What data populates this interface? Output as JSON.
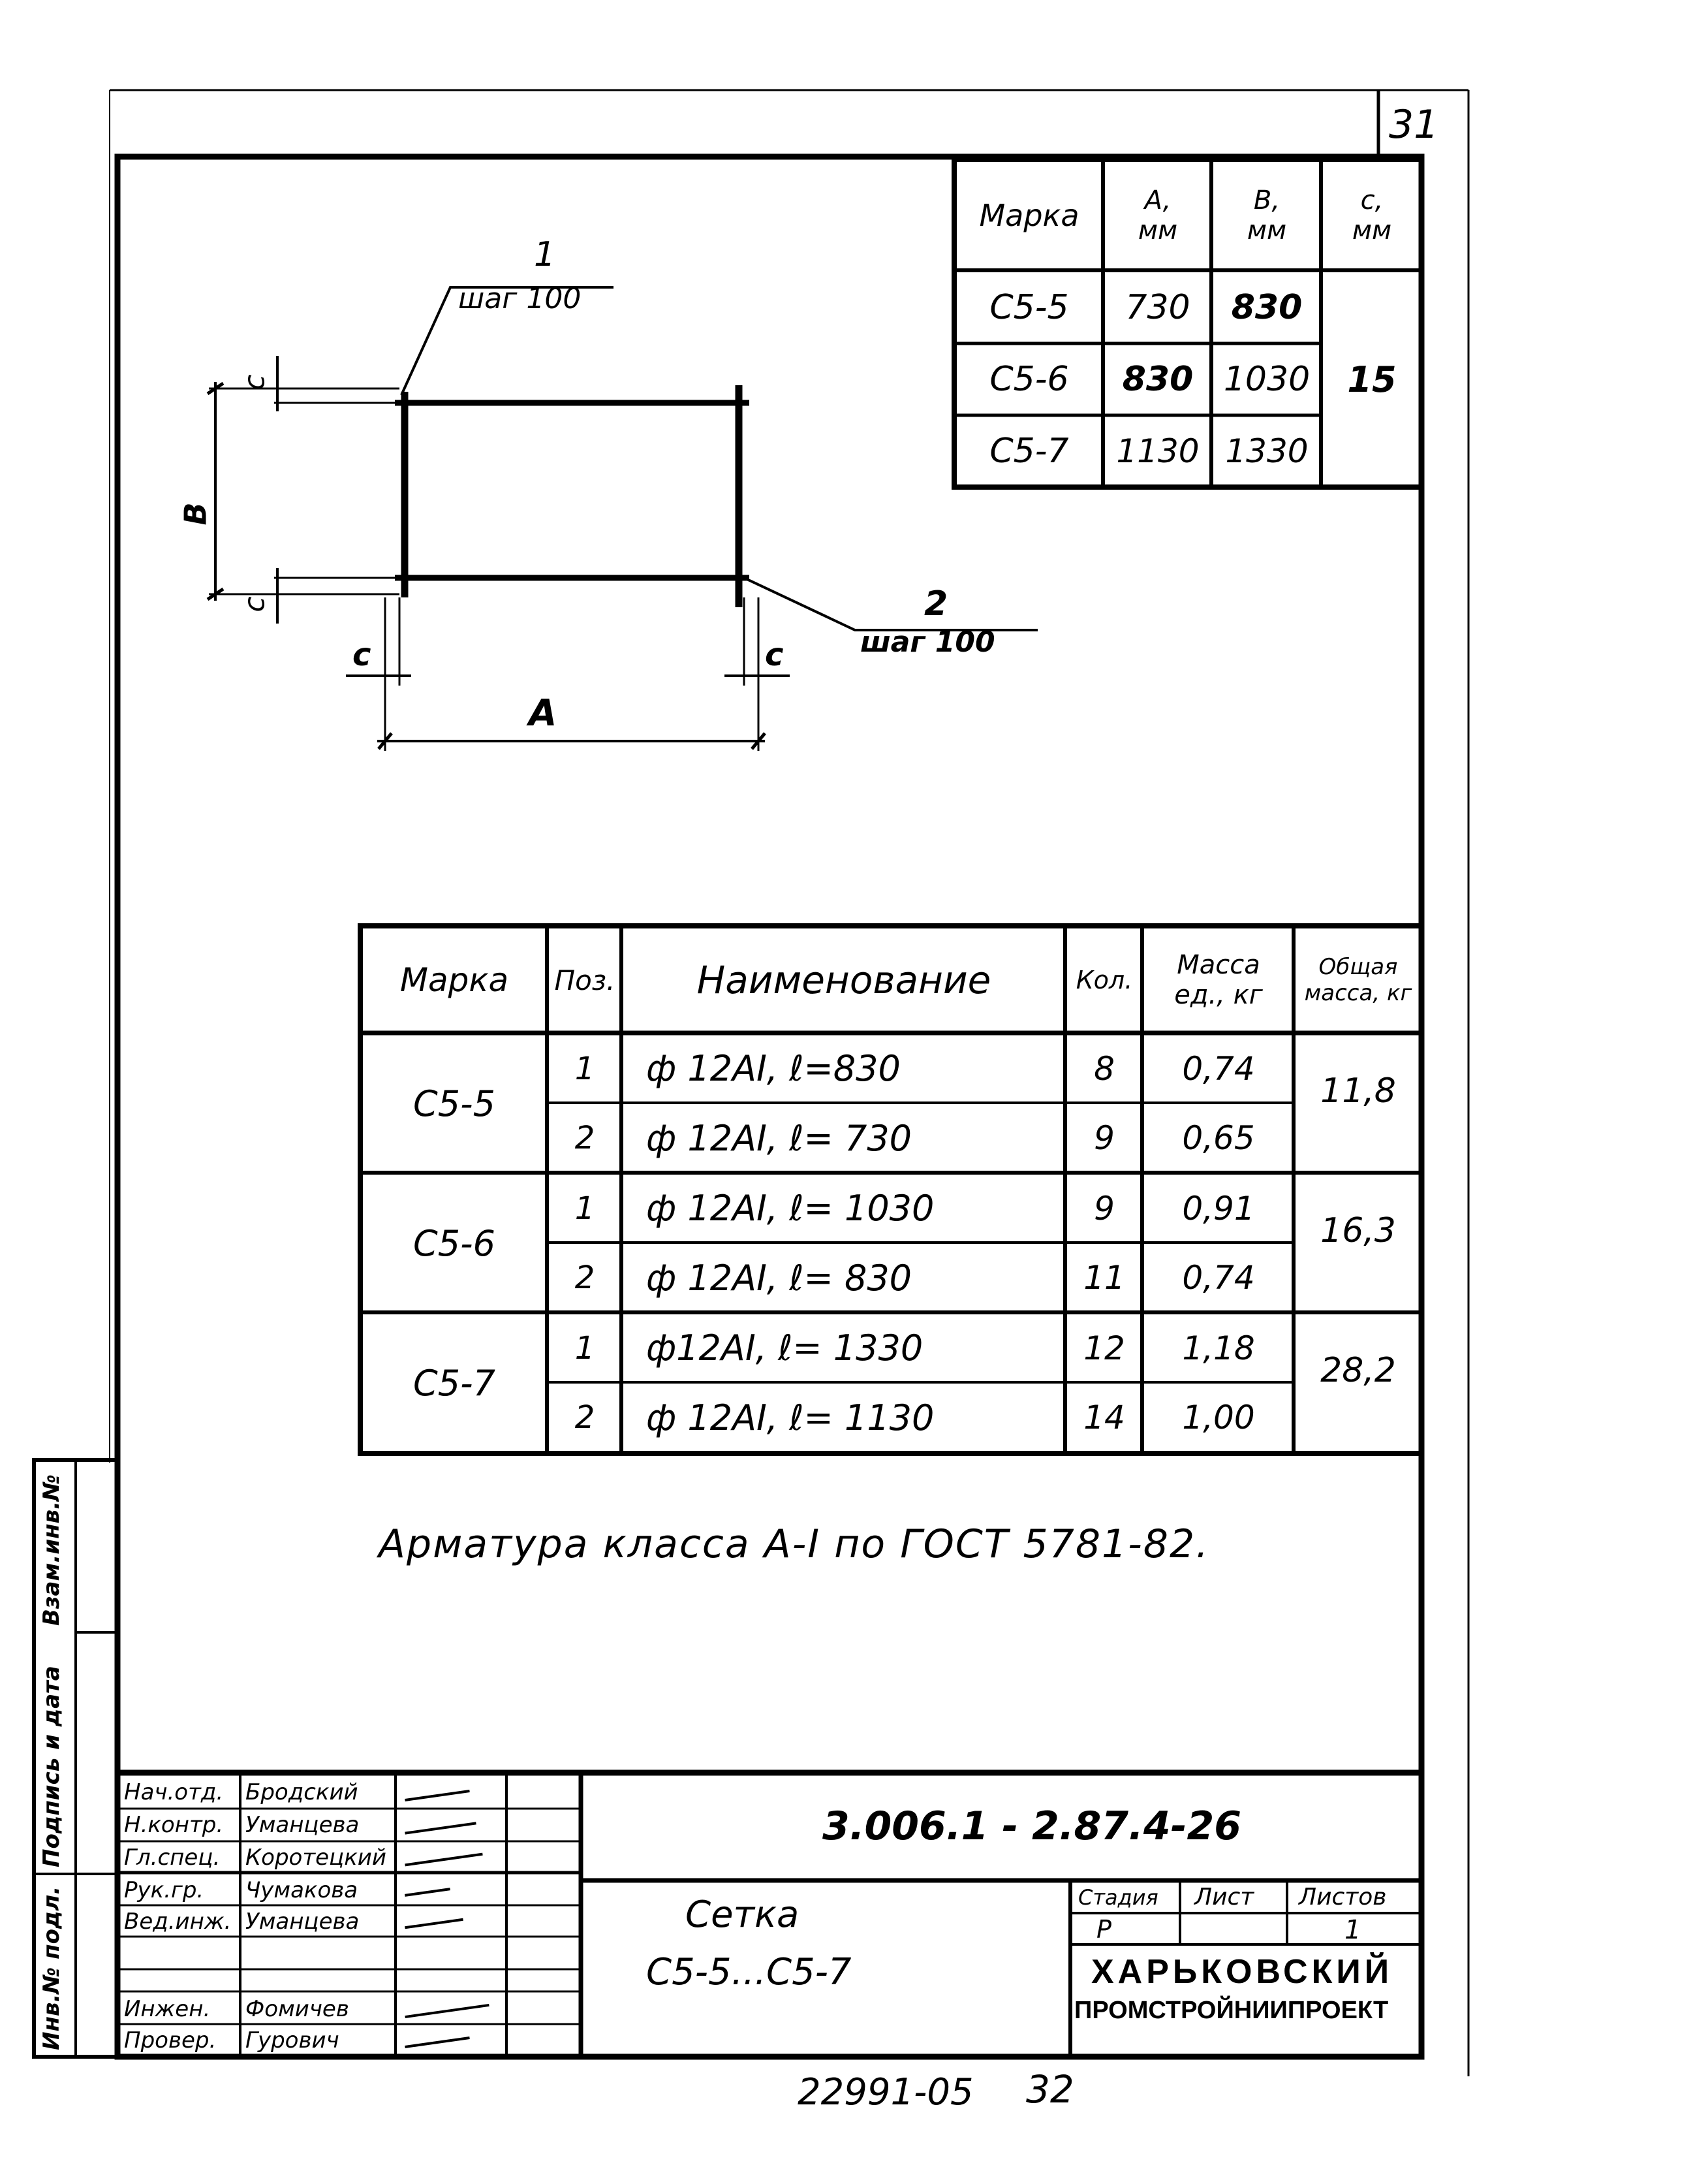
{
  "sheet_number": "31",
  "drawing": {
    "bar1_label": "1",
    "bar1_step": "шаг 100",
    "bar2_label": "2",
    "bar2_step": "шаг 100",
    "dim_c": "c",
    "dim_b": "B",
    "dim_a": "A"
  },
  "dims_table": {
    "headers": [
      "Марка",
      "A, мм",
      "B, мм",
      "c, мм"
    ],
    "rows": [
      {
        "mark": "С5-5",
        "a": "730",
        "b": "830"
      },
      {
        "mark": "С5-6",
        "a": "830",
        "b": "1030"
      },
      {
        "mark": "С5-7",
        "a": "1130",
        "b": "1330"
      }
    ],
    "c_value": "15"
  },
  "spec_table": {
    "headers": {
      "mark": "Марка",
      "pos": "Поз.",
      "name": "Наименование",
      "qty": "Кол.",
      "unit_mass": "Масса ед., кг",
      "total_mass": "Общая масса, кг"
    },
    "groups": [
      {
        "mark": "С5-5",
        "total": "11,8",
        "rows": [
          {
            "pos": "1",
            "name": "ф 12АI, ℓ=830",
            "qty": "8",
            "mass": "0,74"
          },
          {
            "pos": "2",
            "name": "ф 12АI, ℓ= 730",
            "qty": "9",
            "mass": "0,65"
          }
        ]
      },
      {
        "mark": "С5-6",
        "total": "16,3",
        "rows": [
          {
            "pos": "1",
            "name": "ф 12АI, ℓ= 1030",
            "qty": "9",
            "mass": "0,91"
          },
          {
            "pos": "2",
            "name": "ф 12АI, ℓ= 830",
            "qty": "11",
            "mass": "0,74"
          }
        ]
      },
      {
        "mark": "С5-7",
        "total": "28,2",
        "rows": [
          {
            "pos": "1",
            "name": "ф12АI, ℓ= 1330",
            "qty": "12",
            "mass": "1,18"
          },
          {
            "pos": "2",
            "name": "ф 12АI, ℓ= 1130",
            "qty": "14",
            "mass": "1,00"
          }
        ]
      }
    ]
  },
  "note": "Арматура класса А-I по ГОСТ 5781-82.",
  "side_stamp": {
    "field1": "Взам.инв.№",
    "field2": "Подпись и дата",
    "field3": "Инв.№ подл."
  },
  "title_block": {
    "doc_code": "3.006.1 - 2.87.4-26",
    "title_line1": "Сетка",
    "title_line2": "С5-5...С5-7",
    "stage_label": "Стадия",
    "sheet_label": "Лист",
    "sheets_label": "Листов",
    "stage_value": "Р",
    "sheets_value": "1",
    "org_line1": "ХАРЬКОВСКИЙ",
    "org_line2": "ПРОМСТРОЙНИИПРОЕКТ",
    "people": [
      {
        "role": "Нач.отд.",
        "name": "Бродский"
      },
      {
        "role": "Н.контр.",
        "name": "Уманцева"
      },
      {
        "role": "Гл.спец.",
        "name": "Коротецкий"
      },
      {
        "role": "Рук.гр.",
        "name": "Чумакова"
      },
      {
        "role": "Вед.инж.",
        "name": "Уманцева"
      },
      {
        "role": "",
        "name": ""
      },
      {
        "role": "Инжен.",
        "name": "Фомичев"
      },
      {
        "role": "Провер.",
        "name": "Гурович"
      }
    ]
  },
  "footer": {
    "inventory": "22991-05",
    "page": "32"
  }
}
